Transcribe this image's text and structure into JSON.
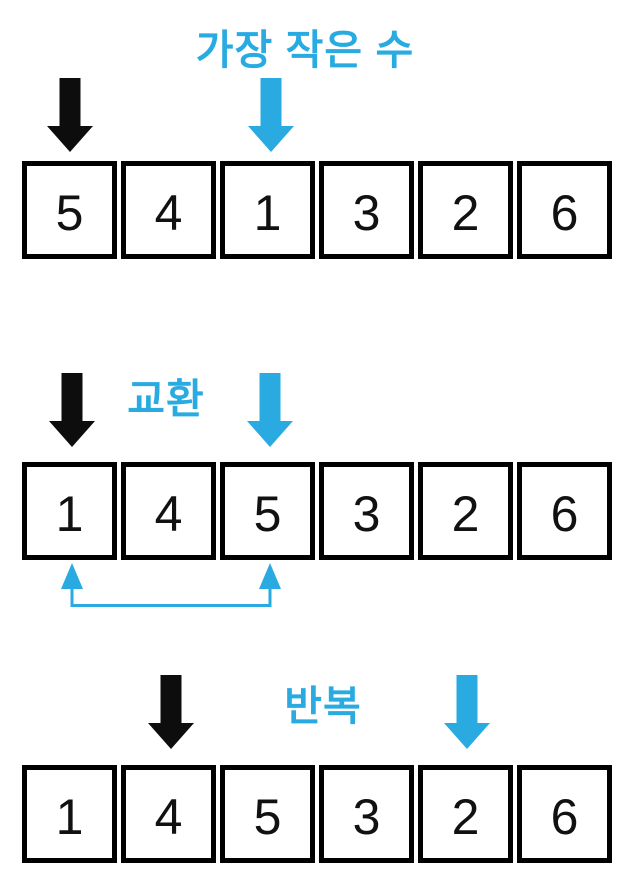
{
  "diagram": {
    "colors": {
      "accent_blue": "#29ABE2",
      "arrow_black": "#0d0d0d",
      "cell_border": "#000000",
      "background": "#ffffff"
    },
    "sections": [
      {
        "name": "find-smallest",
        "label": "가장 작은 수",
        "cells": [
          "5",
          "4",
          "1",
          "3",
          "2",
          "6"
        ],
        "black_arrow_cell": 0,
        "blue_arrow_cell": 2
      },
      {
        "name": "swap",
        "label": "교환",
        "cells": [
          "1",
          "4",
          "5",
          "3",
          "2",
          "6"
        ],
        "black_arrow_cell": 0,
        "blue_arrow_cell": 2,
        "swap_between": [
          0,
          2
        ]
      },
      {
        "name": "repeat",
        "label": "반복",
        "cells": [
          "1",
          "4",
          "5",
          "3",
          "2",
          "6"
        ],
        "black_arrow_cell": 1,
        "blue_arrow_cell": 4
      }
    ]
  }
}
